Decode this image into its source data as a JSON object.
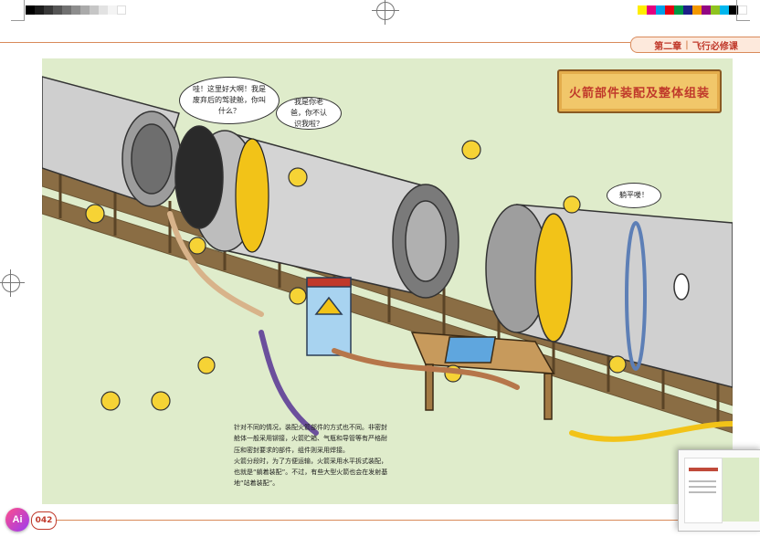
{
  "header": {
    "chapter": "第二章",
    "course": "飞行必修课"
  },
  "illustration": {
    "title": "火箭部件装配及整体组装",
    "bubbles": [
      "哇！这里好大啊！我是废弃后的驾驶舱，你叫什么？",
      "我是你老爸，你不认识我啦？",
      "躺平喽！"
    ]
  },
  "body_text": [
    "针对不同的情况，装配火箭部件的方式也不同。非密封舱体一般采用铆接，火箭贮箱、气瓶和导管等有严格耐压和密封要求的部件，组件则采用焊接。",
    "火箭分段时，为了方便运输，火箭采用水平拆式装配，也就是“躺着装配”。不过，有些大型火箭也会在发射基地“站着装配”。"
  ],
  "footer": {
    "page_number": "042"
  },
  "app": {
    "badge": "Ai"
  },
  "colors": {
    "accent": "#c0392b",
    "panel_bg": "#dfeccb",
    "rocket_body": "#cfcfcf",
    "hazard_yellow": "#f2c318",
    "plaque": "#f1c76a"
  },
  "icons": {
    "app_badge": "ai-assistant-icon",
    "thumbnail": "page-preview-thumbnail"
  }
}
